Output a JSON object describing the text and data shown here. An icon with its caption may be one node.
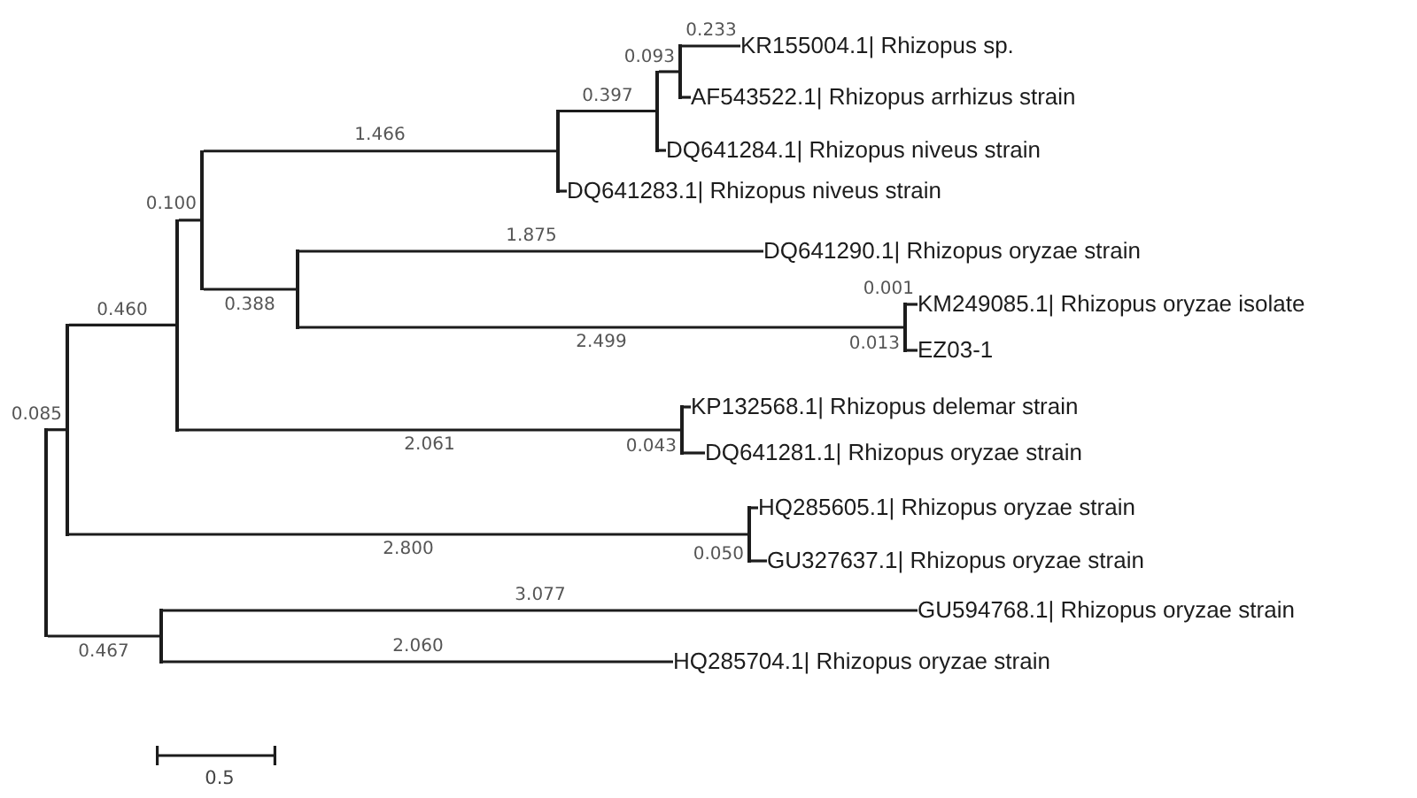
{
  "diagram": {
    "nodes": [
      {
        "text": [
          "KR155004.1| Rhizopus sp."
        ]
      },
      {
        "text": [
          "AF543522.1| Rhizopus arrhizus strain"
        ]
      },
      {
        "text": [
          "DQ641284.1| Rhizopus niveus strain"
        ]
      },
      {
        "text": [
          "DQ641283.1| Rhizopus niveus strain"
        ]
      },
      {
        "text": [
          "DQ641290.1| Rhizopus oryzae strain"
        ]
      },
      {
        "text": [
          "KM249085.1| Rhizopus oryzae isolate"
        ]
      },
      {
        "text": [
          "EZ03-1"
        ]
      },
      {
        "text": [
          "KP132568.1| Rhizopus delemar strain"
        ]
      },
      {
        "text": [
          "DQ641281.1| Rhizopus oryzae strain"
        ]
      },
      {
        "text": [
          "HQ285605.1| Rhizopus oryzae strain"
        ]
      },
      {
        "text": [
          "GU327637.1| Rhizopus oryzae strain"
        ]
      },
      {
        "text": [
          "GU594768.1| Rhizopus oryzae strain"
        ]
      },
      {
        "text": [
          "HQ285704.1| Rhizopus oryzae strain"
        ]
      },
      {
        "text": [],
        "shape": "bar"
      },
      {
        "text": [],
        "shape": "bar"
      },
      {
        "text": [],
        "shape": "bar"
      },
      {
        "text": [],
        "shape": "bar"
      },
      {
        "text": [],
        "shape": "bar"
      },
      {
        "text": [],
        "shape": "bar"
      },
      {
        "text": [],
        "shape": "bar"
      },
      {
        "text": [],
        "shape": "bar"
      },
      {
        "text": [],
        "shape": "bar"
      },
      {
        "text": [],
        "shape": "bar"
      },
      {
        "text": [],
        "shape": "bar"
      },
      {
        "text": [],
        "shape": "bar"
      }
    ],
    "edges": [
      {
        "from": 13,
        "to": 14,
        "arrow": "none",
        "label": "0.085"
      },
      {
        "from": 13,
        "to": 15,
        "arrow": "none",
        "label": "0.467"
      },
      {
        "from": 14,
        "to": 16,
        "arrow": "none",
        "label": "0.460"
      },
      {
        "from": 14,
        "to": 23,
        "arrow": "none",
        "label": "2.800"
      },
      {
        "from": 16,
        "to": 17,
        "arrow": "none",
        "label": "0.100"
      },
      {
        "from": 16,
        "to": 22,
        "arrow": "none",
        "label": "2.061"
      },
      {
        "from": 17,
        "to": 19,
        "arrow": "none",
        "label": "1.466"
      },
      {
        "from": 17,
        "to": 18,
        "arrow": "none",
        "label": "0.388"
      },
      {
        "from": 19,
        "to": 20,
        "arrow": "none",
        "label": "0.397"
      },
      {
        "from": 19,
        "to": 3,
        "arrow": "none"
      },
      {
        "from": 20,
        "to": 21,
        "arrow": "none",
        "label": "0.093"
      },
      {
        "from": 20,
        "to": 2,
        "arrow": "none"
      },
      {
        "from": 21,
        "to": 0,
        "arrow": "none",
        "label": "0.233"
      },
      {
        "from": 21,
        "to": 1,
        "arrow": "none"
      },
      {
        "from": 18,
        "to": 4,
        "arrow": "none",
        "label": "1.875"
      },
      {
        "from": 18,
        "to": 24,
        "arrow": "none",
        "label": "2.499"
      },
      {
        "from": 24,
        "to": 5,
        "arrow": "none",
        "label": "0.001"
      },
      {
        "from": 24,
        "to": 6,
        "arrow": "none",
        "label": "0.013"
      },
      {
        "from": 22,
        "to": 7,
        "arrow": "none"
      },
      {
        "from": 22,
        "to": 8,
        "arrow": "none",
        "label": "0.043"
      },
      {
        "from": 23,
        "to": 9,
        "arrow": "none"
      },
      {
        "from": 23,
        "to": 10,
        "arrow": "none",
        "label": "0.050"
      },
      {
        "from": 15,
        "to": 11,
        "arrow": "none",
        "label": "3.077"
      },
      {
        "from": 15,
        "to": 12,
        "arrow": "none",
        "label": "2.060"
      }
    ],
    "labels": [
      "0.5"
    ]
  }
}
